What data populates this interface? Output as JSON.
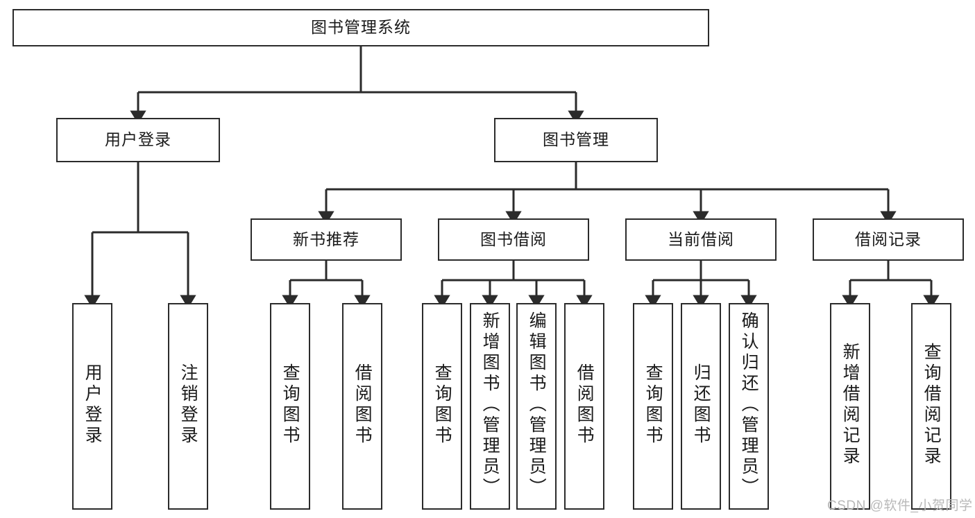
{
  "diagram": {
    "type": "tree",
    "title": "图书管理系统",
    "orientation": "top-down",
    "colors": {
      "box_border": "#2b2b2b",
      "box_fill": "#ffffff",
      "edge": "#2b2b2b",
      "text": "#1a1a1a",
      "watermark": "#b9b9b9"
    },
    "root": {
      "label": "图书管理系统"
    },
    "level2": [
      {
        "label": "用户登录"
      },
      {
        "label": "图书管理"
      }
    ],
    "level3": [
      {
        "label": "新书推荐"
      },
      {
        "label": "图书借阅"
      },
      {
        "label": "当前借阅"
      },
      {
        "label": "借阅记录"
      }
    ],
    "leaves": {
      "user_login": [
        {
          "label": "用户登录"
        },
        {
          "label": "注销登录"
        }
      ],
      "new_book": [
        {
          "label": "查询图书"
        },
        {
          "label": "借阅图书"
        }
      ],
      "book_borrow": [
        {
          "label": "查询图书"
        },
        {
          "label": "新增图书（管理员）"
        },
        {
          "label": "编辑图书（管理员）"
        },
        {
          "label": "借阅图书"
        }
      ],
      "current_borrow": [
        {
          "label": "查询图书"
        },
        {
          "label": "归还图书"
        },
        {
          "label": "确认归还（管理员）"
        }
      ],
      "borrow_record": [
        {
          "label": "新增借阅记录"
        },
        {
          "label": "查询借阅记录"
        }
      ]
    }
  },
  "watermark": {
    "text": "CSDN @软件_小贺同学"
  }
}
